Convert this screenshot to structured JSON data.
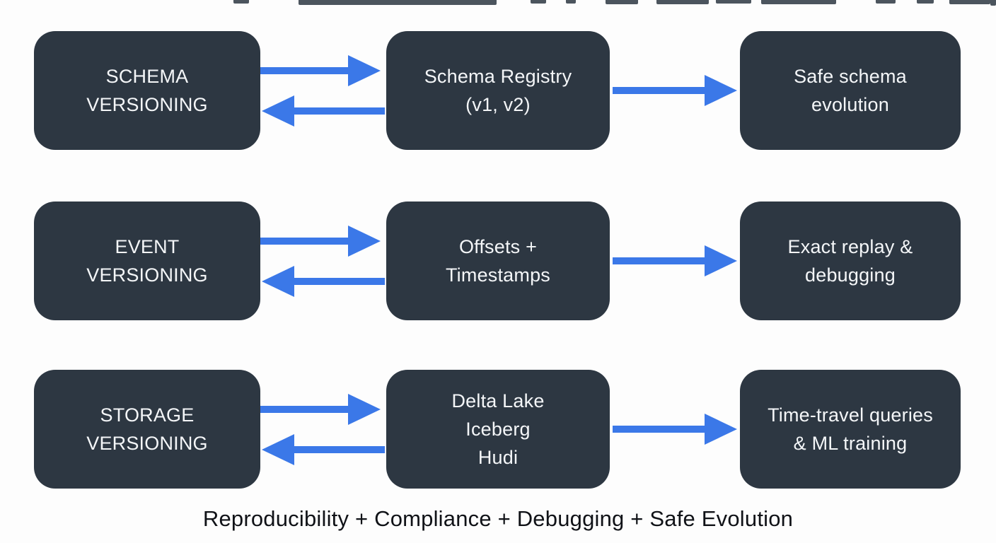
{
  "colors": {
    "background": "#fdfdfd",
    "box_fill": "#2d3742",
    "box_text": "#f4f6f8",
    "arrow": "#3b78e8",
    "caption_text": "#101217"
  },
  "diagram": {
    "type": "flow",
    "columns": [
      "source",
      "mechanism",
      "outcome"
    ],
    "rows": [
      {
        "id": "schema-versioning",
        "source": "SCHEMA\nVERSIONING",
        "mechanism": "Schema Registry\n(v1, v2)",
        "outcome": "Safe schema\nevolution",
        "source_to_mechanism": "bidirectional",
        "mechanism_to_outcome": "forward"
      },
      {
        "id": "event-versioning",
        "source": "EVENT\nVERSIONING",
        "mechanism": "Offsets +\nTimestamps",
        "outcome": "Exact replay &\ndebugging",
        "source_to_mechanism": "bidirectional",
        "mechanism_to_outcome": "forward"
      },
      {
        "id": "storage-versioning",
        "source": "STORAGE\nVERSIONING",
        "mechanism": "Delta Lake\nIceberg\nHudi",
        "outcome": "Time-travel queries\n& ML training",
        "source_to_mechanism": "bidirectional",
        "mechanism_to_outcome": "forward"
      }
    ],
    "caption": "Reproducibility + Compliance + Debugging + Safe Evolution"
  }
}
